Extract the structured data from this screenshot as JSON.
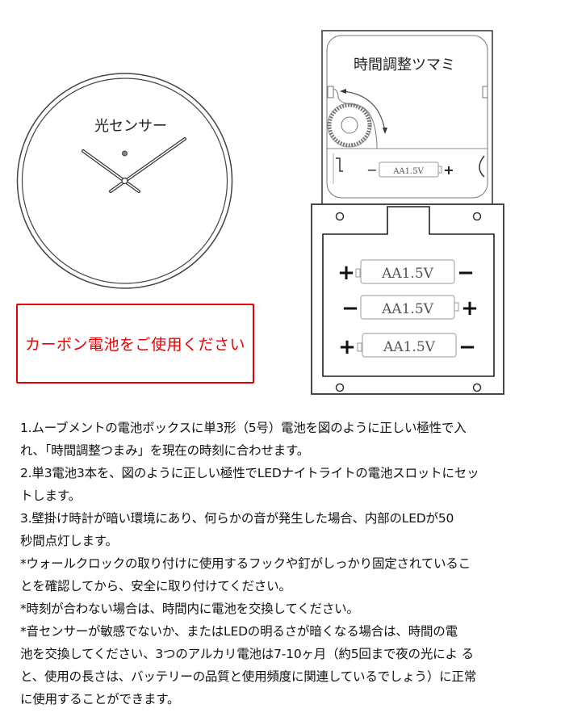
{
  "clock": {
    "sensor_label": "光センサー"
  },
  "warning": {
    "text": "カーボン電池をご使用ください",
    "color": "#e60000"
  },
  "movement": {
    "knob_label": "時間調整ツマミ",
    "battery_label": "AA1.5V",
    "minus": "−",
    "plus": "+"
  },
  "led_box": {
    "batteries": [
      {
        "label": "AA1.5V",
        "left": "+",
        "right": "−"
      },
      {
        "label": "AA1.5V",
        "left": "−",
        "right": "+"
      },
      {
        "label": "AA1.5V",
        "left": "+",
        "right": "−"
      }
    ]
  },
  "instructions": {
    "lines": [
      "1.ムーブメントの電池ボックスに単3形（5号）電池を図のように正しい極性で入",
      "れ、「時間調整つまみ」を現在の時刻に合わせます。",
      "2.単3電池3本を、図のように正しい極性でLEDナイトライトの電池スロットにセッ",
      "トします。",
      "3.壁掛け時計が暗い環境にあり、何らかの音が発生した場合、内部のLEDが50",
      "秒間点灯します。",
      "*ウォールクロックの取り付けに使用するフックや釘がしっかり固定されているこ",
      "とを確認してから、安全に取り付けてください。",
      "*時刻が合わない場合は、時間内に電池を交換してください。",
      "*音センサーが敏感でないか、またはLEDの明るさが暗くなる場合は、時間の電",
      "池を交換してください、3つのアルカリ電池は7-10ヶ月（約5回まで夜の光によ る",
      "と、使用の長さは、バッテリーの品質と使用頻度に関連しているでしょう）に正常",
      "に使用することができます。"
    ]
  }
}
